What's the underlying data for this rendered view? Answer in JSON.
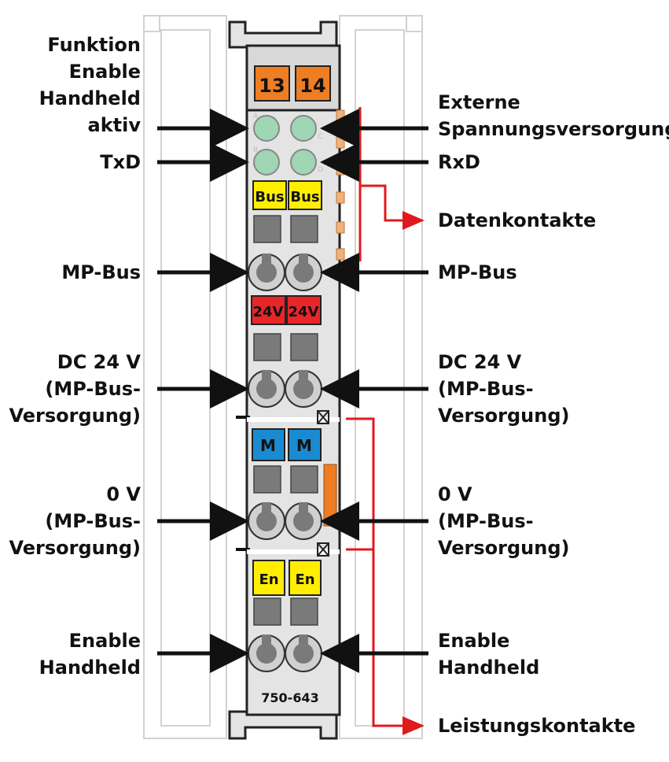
{
  "left_labels": {
    "funktion_enable": [
      "Funktion",
      "Enable",
      "Handheld",
      "aktiv"
    ],
    "txd": "TxD",
    "mp_bus": "MP-Bus",
    "dc24": [
      "DC 24 V",
      "(MP-Bus-",
      "Versorgung)"
    ],
    "zero_v": [
      "0 V",
      "(MP-Bus-",
      "Versorgung)"
    ],
    "enable": [
      "Enable",
      "Handheld"
    ]
  },
  "right_labels": {
    "externe": [
      "Externe",
      "Spannungsversorgung"
    ],
    "rxd": "RxD",
    "datenkontakte": "Datenkontakte",
    "mp_bus": "MP-Bus",
    "dc24": [
      "DC 24 V",
      "(MP-Bus-",
      "Versorgung)"
    ],
    "zero_v": [
      "0 V",
      "(MP-Bus-",
      "Versorgung)"
    ],
    "enable": [
      "Enable",
      "Handheld"
    ],
    "leistungskontakte": "Leistungskontakte"
  },
  "module": {
    "terminal_13": "13",
    "terminal_14": "14",
    "bus_labels": [
      "Bus",
      "Bus"
    ],
    "v24_labels": [
      "24V",
      "24V"
    ],
    "m_labels": [
      "M",
      "M"
    ],
    "en_labels": [
      "En",
      "En"
    ],
    "led_letters": [
      "A",
      "C",
      "B",
      "D"
    ],
    "part_number": "750-643"
  },
  "colors": {
    "module_body": "#e4e4e4",
    "outline": "#222222",
    "led": "#9fd6b4",
    "orange": "#ef7d22",
    "yellow": "#ffee00",
    "red": "#e8262a",
    "blue": "#1a8bd1",
    "arrow_red": "#e0191f",
    "arrow_black": "#111111"
  }
}
